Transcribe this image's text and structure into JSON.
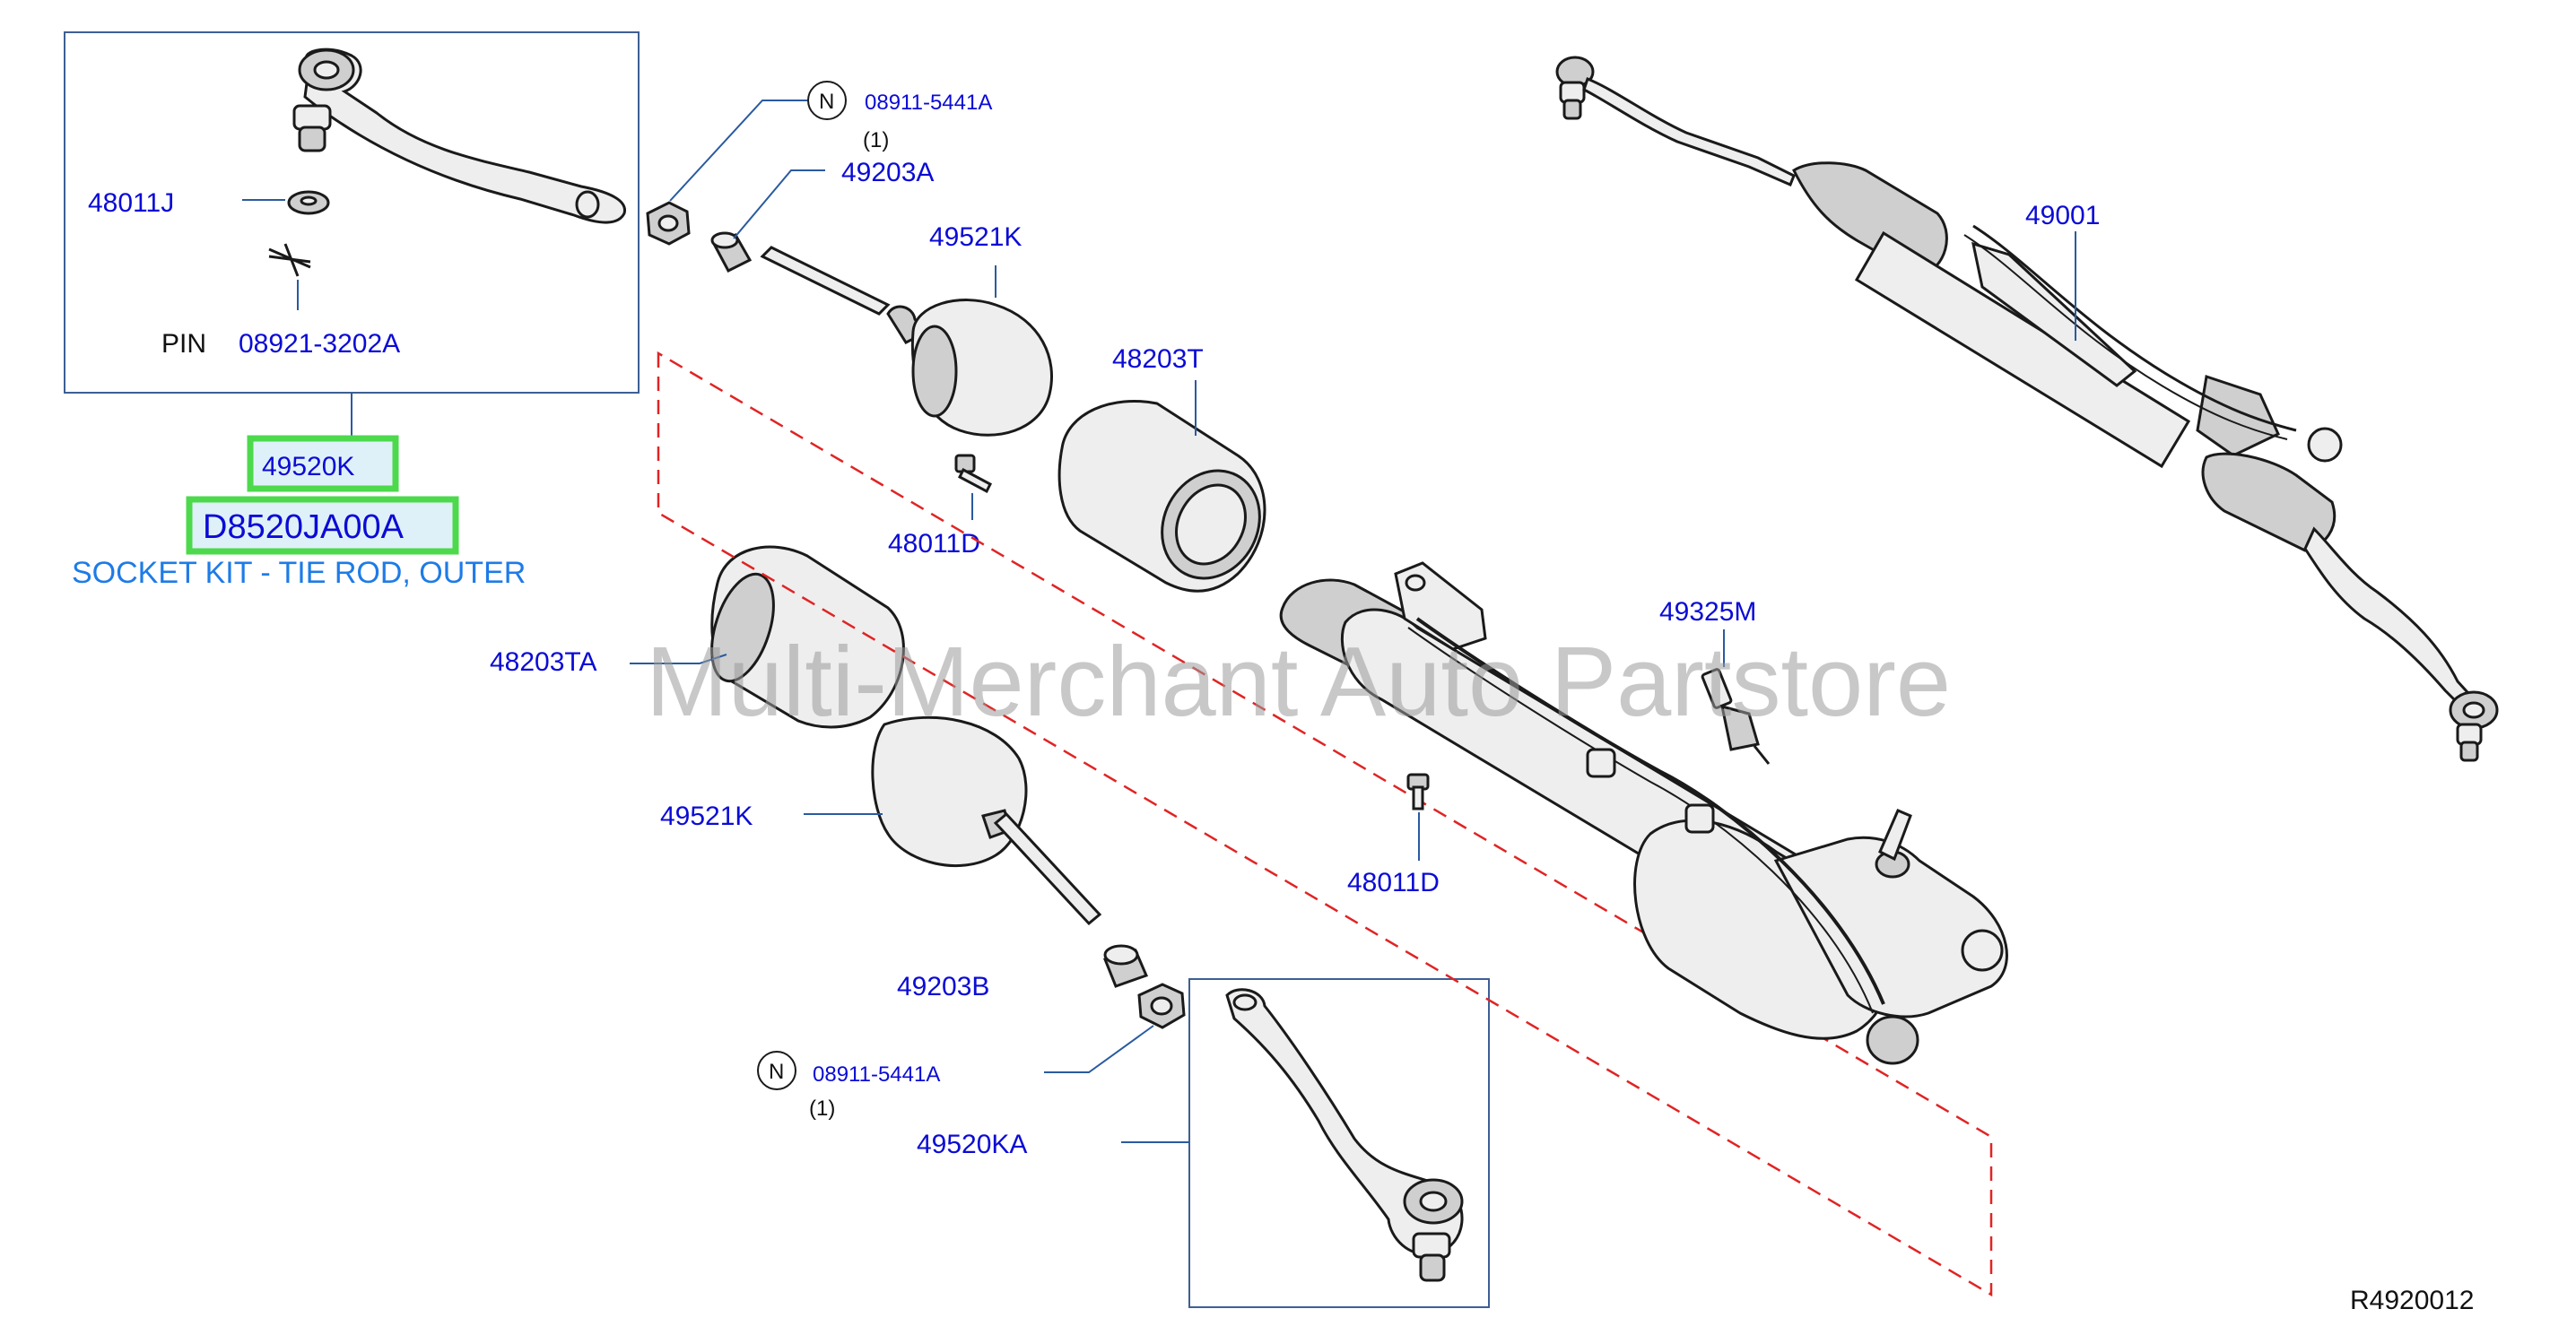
{
  "diagram": {
    "labels": {
      "nut_top_part": "08911-5441A",
      "nut_top_qty": "(1)",
      "nut_top_marker": "N",
      "inner_socket_top": "49203A",
      "boot_top": "49521K",
      "boot_sleeve_top": "48203T",
      "bolt_top": "48011D",
      "washer": "48011J",
      "pin_prefix": "PIN",
      "pin_part": "08921-3202A",
      "tie_rod_end": "49520K",
      "kit_part": "D8520JA00A",
      "kit_description": "SOCKET KIT - TIE ROD, OUTER",
      "boot_sleeve_left": "48203TA",
      "boot_left": "49521K",
      "inner_socket_bottom": "49203B",
      "nut_bottom_part": "08911-5441A",
      "nut_bottom_qty": "(1)",
      "nut_bottom_marker": "N",
      "tie_rod_end_left": "49520KA",
      "bolt_mid": "48011D",
      "sensor": "49325M",
      "gear_assembly": "49001",
      "watermark": "Multi-Merchant Auto Partstore",
      "diagram_code": "R4920012"
    },
    "highlight_color": "#4cd94c",
    "label_color": "#0b0bd6",
    "description_color": "#1e7be6",
    "callout_color": "#e02424"
  }
}
